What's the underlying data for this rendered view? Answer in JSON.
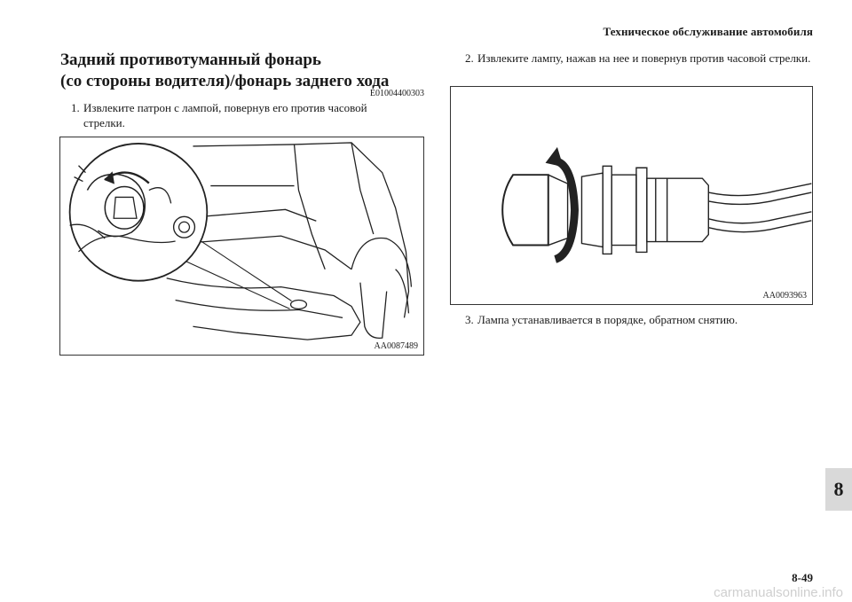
{
  "header": {
    "title": "Техническое обслуживание автомобиля"
  },
  "section": {
    "title_line1": "Задний противотуманный фонарь",
    "title_line2": "(со стороны водителя)/фонарь заднего хода",
    "code": "E01004400303"
  },
  "steps": [
    {
      "number": "1.",
      "text": "Извлеките патрон с лампой, повернув его против часовой стрелки."
    },
    {
      "number": "2.",
      "text": "Извлеките лампу, нажав на нее и повернув против часовой стрелки."
    },
    {
      "number": "3.",
      "text": "Лампа устанавливается в порядке, обратном снятию."
    }
  ],
  "figures": [
    {
      "code": "AA0087489"
    },
    {
      "code": "AA0093963"
    }
  ],
  "chapter_tab": "8",
  "page_number": "8-49",
  "watermark": "carmanualsonline.info"
}
